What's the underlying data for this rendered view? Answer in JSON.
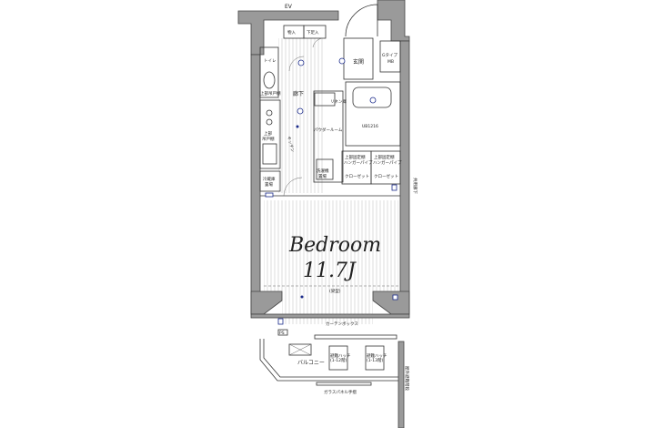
{
  "plan": {
    "elevator": "EV",
    "storage": "物入",
    "shoe_storage": "下足入",
    "toilet": "トイレ",
    "entrance": "玄関",
    "meter_box_line1": "Gタイプ",
    "meter_box_line2": "MB",
    "hallway": "廊下",
    "linen": "リネン庫",
    "powder_room": "パウダールーム",
    "bath": "UB1216",
    "kitchen": "キッチン",
    "upper_cabinet": "上部吊戸棚",
    "upper_kitchen_line1": "上部",
    "upper_kitchen_line2": "吊戸棚",
    "washer_line1": "洗濯機",
    "washer_line2": "置場",
    "fridge_line1": "冷蔵庫",
    "fridge_line2": "置場",
    "closet_shelf_line1": "上部固定棚",
    "closet_shelf_line2": "ハンガーパイプ",
    "closet": "クローゼット",
    "common_corridor": "共用廊下",
    "room_name": "Bedroom",
    "room_size": "11.7J",
    "ceiling_note": "(梁型)",
    "curtain_box": "カーテンボックス",
    "pipe_space": "PS",
    "balcony": "バルコニー",
    "hatch_line1": "避難ハッチ",
    "hatch_left_line2": "(1-12階)",
    "hatch_right_line2": "(1-13階)",
    "glass_rail": "ガラスパネル手摺",
    "outdoor_stairs": "屋外避難階段"
  }
}
